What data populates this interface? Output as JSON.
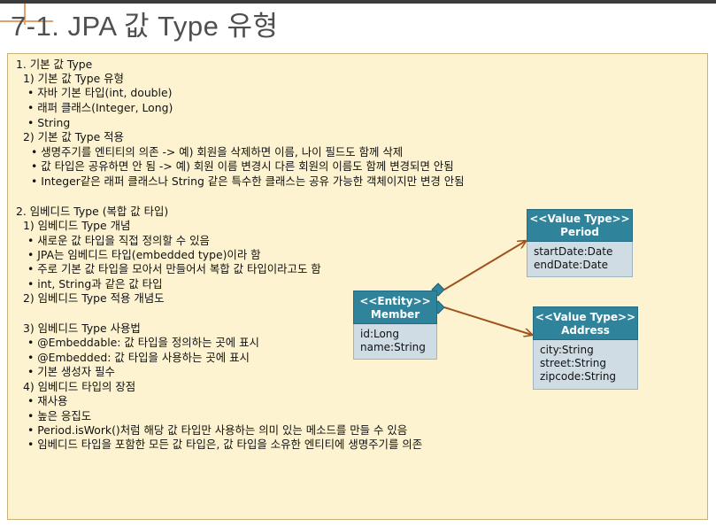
{
  "title": "7-1. JPA 값 Type 유형",
  "content": {
    "lines": [
      "1.  기본 값 Type",
      "1) 기본 값 Type 유형",
      "• 자바 기본 타입(int, double)",
      "• 래퍼 클래스(Integer, Long)",
      "• String",
      "2) 기본 값 Type 적용",
      "• 생명주기를 엔티티의 의존 -> 예) 회원을 삭제하면 이름, 나이 필드도 함께 삭제",
      "• 값 타입은 공유하면 안 됨  -> 예) 회원 이름 변경시 다른 회원의 이름도 함께 변경되면 안됨",
      "• Integer같은 래퍼 클래스나 String 같은 특수한 클래스는 공유 가능한 객체이지만 변경 안됨",
      "2. 임베디드 Type (복합 값 타입)",
      "1) 임베디드 Type  개념",
      "• 새로운 값 타입을 직접 정의할 수 있음",
      "• JPA는 임베디드 타입(embedded type)이라 함",
      "• 주로 기본 값 타입을 모아서 만들어서 복합 값 타입이라고도 함",
      "• int, String과 같은 값 타입",
      "2) 임베디드 Type  적용 개념도",
      "3) 임베디드 Type  사용법",
      "• @Embeddable: 값 타입을 정의하는 곳에 표시",
      "• @Embedded: 값 타입을 사용하는 곳에 표시",
      "• 기본 생성자 필수",
      "4) 임베디드 타입의 장점",
      "• 재사용",
      "• 높은 응집도",
      "• Period.isWork()처럼 해당 값 타입만 사용하는 의미 있는 메소드를 만들 수 있음",
      "• 임베디드 타입을 포함한 모든 값 타입은, 값 타입을 소유한 엔티티에 생명주기를 의존"
    ]
  },
  "diagram": {
    "member": {
      "stereotype": "<<Entity>>",
      "name": "Member",
      "fields": [
        "id:Long",
        "name:String"
      ]
    },
    "period": {
      "stereotype": "<<Value Type>>",
      "name": "Period",
      "fields": [
        "startDate:Date",
        "endDate:Date"
      ]
    },
    "address": {
      "stereotype": "<<Value Type>>",
      "name": "Address",
      "fields": [
        "city:String",
        "street:String",
        "zipcode:String"
      ]
    },
    "header_color": "#2f849c",
    "body_color": "#cfdce4",
    "connector_color": "#a0521c"
  }
}
